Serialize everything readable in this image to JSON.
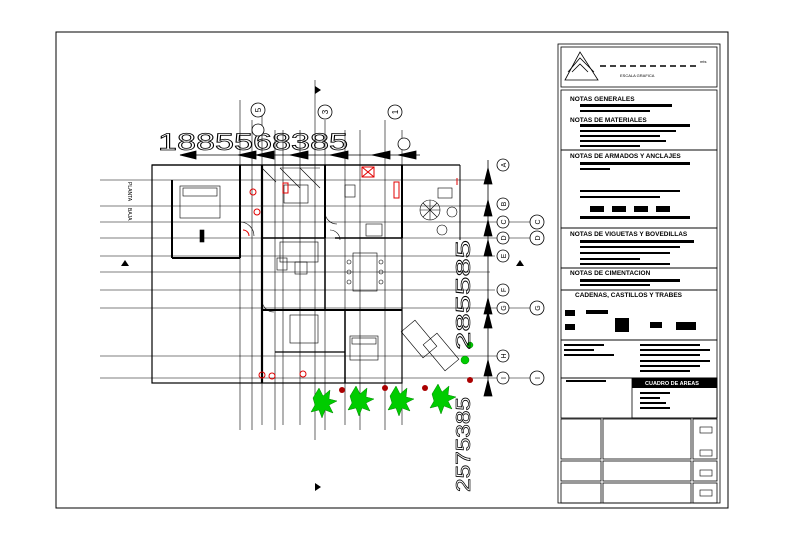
{
  "title_block": {
    "scale_label": "ESCALA GRAFICA",
    "scale_unit": "mts",
    "sections": [
      {
        "title": "NOTAS GENERALES"
      },
      {
        "title": "NOTAS DE MATERIALES"
      },
      {
        "title": "NOTAS DE ARMADOS Y ANCLAJES"
      },
      {
        "title": "NOTAS DE VIGUETAS Y BOVEDILLAS"
      },
      {
        "title": "NOTAS DE CIMENTACION"
      },
      {
        "title": "CADENAS, CASTILLOS Y TRABES"
      }
    ],
    "areas_title": "CUADRO DE AREAS"
  },
  "plan": {
    "label_planta": "PLANTA",
    "label_baja": "BAJA",
    "col_axes": [
      "5",
      "3",
      "1"
    ],
    "row_axes": [
      "A",
      "B",
      "C",
      "D",
      "E",
      "F",
      "G",
      "H",
      "I"
    ],
    "side_axes": [
      "C",
      "D",
      "G",
      "I"
    ],
    "top_dims": "1885568385",
    "side_dims": "285585",
    "side_dims_lower": "2575385"
  },
  "colors": {
    "line": "#000000",
    "red": "#e00000",
    "green": "#00cc00"
  }
}
